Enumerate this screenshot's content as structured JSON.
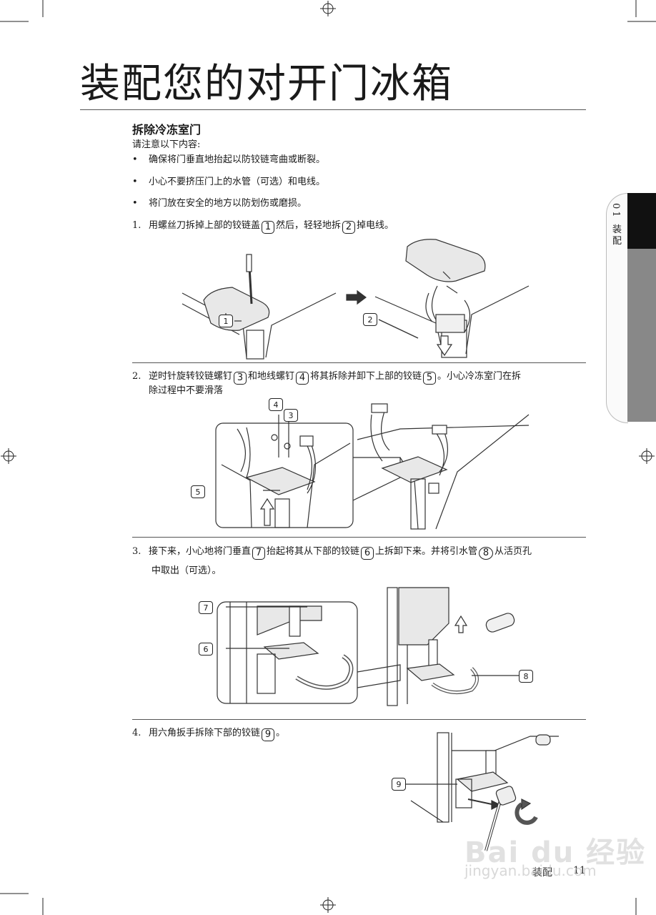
{
  "title": "装配您的对开门冰箱",
  "section": {
    "heading": "拆除冷冻室门",
    "intro": "请注意以下内容:",
    "bullets": [
      "确保将门垂直地抬起以防铰链弯曲或断裂。",
      "小心不要挤压门上的水管（可选）和电线。",
      "将门放在安全的地方以防划伤或磨损。"
    ]
  },
  "steps": [
    {
      "num": "1.",
      "parts": [
        "用螺丝刀拆掉上部的铰链盖",
        "1",
        "然后，轻轻地拆",
        "2",
        "掉电线。"
      ]
    },
    {
      "num": "2.",
      "parts": [
        "逆时针旋转铰链螺钉",
        "3",
        "和地线螺钉",
        "4",
        "将其拆除并卸下上部的铰链",
        "5",
        "。小心冷冻室门在拆"
      ],
      "line2": "除过程中不要滑落"
    },
    {
      "num": "3.",
      "parts": [
        "接下来，小心地将门垂直",
        "7",
        "抬起将其从下部的铰链",
        "6",
        "上拆卸下来。并将引水管",
        "8",
        "从活页孔"
      ],
      "line2": "中取出（可选）。"
    },
    {
      "num": "4.",
      "parts": [
        "用六角扳手拆除下部的铰链",
        "9",
        "。"
      ]
    }
  ],
  "callouts": {
    "c1": "1",
    "c2": "2",
    "c3": "3",
    "c4": "4",
    "c5": "5",
    "c6": "6",
    "c7": "7",
    "c8": "8",
    "c9": "9"
  },
  "side_tab": "01 装配",
  "footer": {
    "label": "装配",
    "page": "11"
  },
  "watermark": {
    "brand": "Bai du 经验",
    "url": "jingyan.baidu.com"
  }
}
